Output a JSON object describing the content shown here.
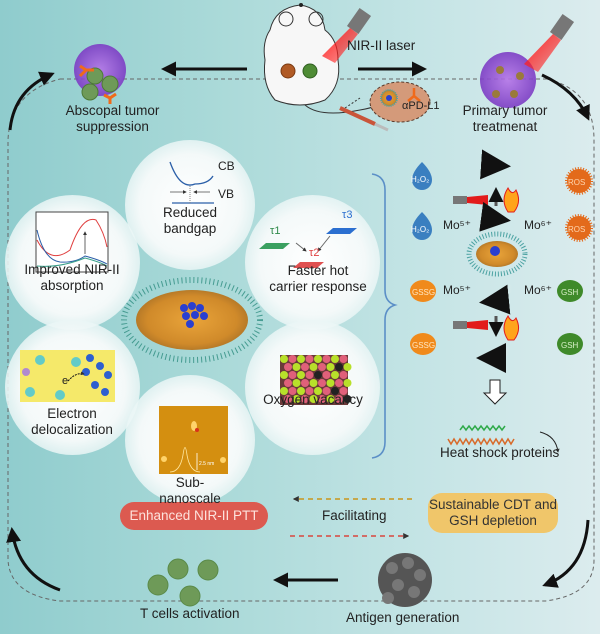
{
  "top": {
    "laser_label": "NIR-II laser",
    "antibody_label": "αPD-L1",
    "abscopal_label": [
      "Abscopal tumor",
      "suppression"
    ],
    "primary_label": [
      "Primary tumor",
      "treatmenat"
    ]
  },
  "properties": {
    "bandgap": {
      "title": [
        "Reduced",
        "bandgap"
      ],
      "cb": "CB",
      "vb": "VB"
    },
    "absorption": {
      "title": [
        "Improved NIR-II",
        "absorption"
      ]
    },
    "hot_carrier": {
      "title": [
        "Faster hot",
        "carrier response"
      ],
      "tau1": "τ1",
      "tau2": "τ2",
      "tau3": "τ3"
    },
    "electron": {
      "title": [
        "Electron",
        "delocalization"
      ],
      "e_label": "e"
    },
    "oxygen": {
      "title": [
        "Oxygen vacancy"
      ]
    },
    "subnano": {
      "title": [
        "Sub-",
        "nanoscale"
      ],
      "scale": "2.5 nm"
    }
  },
  "mechanism": {
    "h2o2": "H₂O₂",
    "ros": "ROS",
    "mo5": "Mo⁵⁺",
    "mo6": "Mo⁶⁺",
    "gssg": "GSSG",
    "gsh": "GSH",
    "hsp_label": "Heat shock proteins"
  },
  "bottom": {
    "ptt_pill": "Enhanced NIR-II PTT",
    "cdt_pill": [
      "Sustainable CDT and",
      "GSH depletion"
    ],
    "facilitating": "Facilitating",
    "tcell_label": "T cells activation",
    "antigen_label": "Antigen generation"
  },
  "colors": {
    "ptt_pill": "#dc5a50",
    "cdt_pill": "#f0c66a",
    "laser": "#e21b1b",
    "brace": "#5b8fc7",
    "ros": "#e36a1b",
    "gsh": "#3f8a2a",
    "gssg": "#f08a1b",
    "h2o2": "#3a7fc0"
  }
}
